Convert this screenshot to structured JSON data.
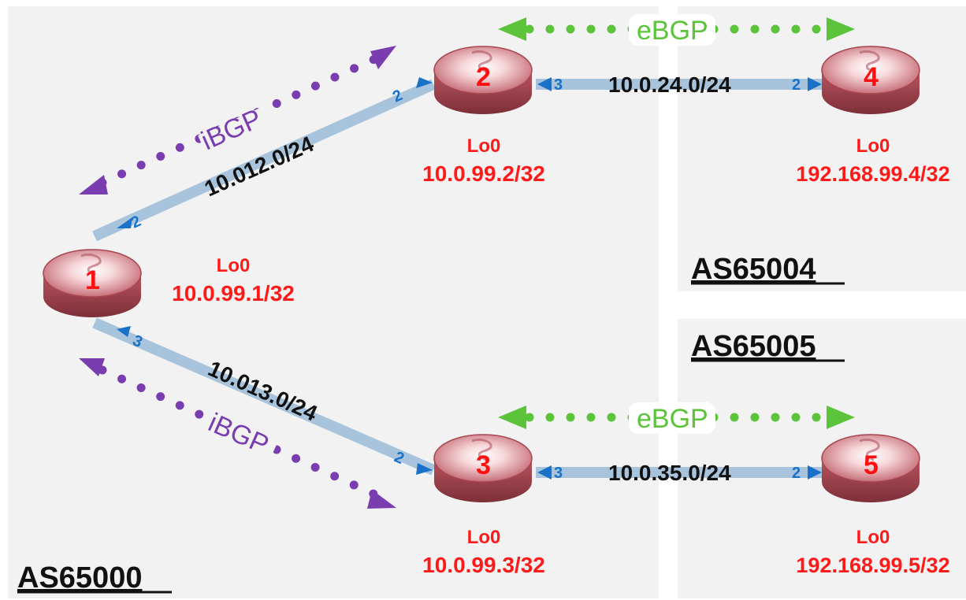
{
  "as_labels": {
    "as65000": "AS65000",
    "as65004": "AS65004",
    "as65005": "AS65005"
  },
  "routers": [
    {
      "id": "1",
      "lo_name": "Lo0",
      "lo_ip": "10.0.99.1/32"
    },
    {
      "id": "2",
      "lo_name": "Lo0",
      "lo_ip": "10.0.99.2/32"
    },
    {
      "id": "3",
      "lo_name": "Lo0",
      "lo_ip": "10.0.99.3/32"
    },
    {
      "id": "4",
      "lo_name": "Lo0",
      "lo_ip": "192.168.99.4/32"
    },
    {
      "id": "5",
      "lo_name": "Lo0",
      "lo_ip": "192.168.99.5/32"
    }
  ],
  "links": {
    "r1_r2": {
      "network": "10.012.0/24",
      "port_r1": "2",
      "port_r2": "2"
    },
    "r1_r3": {
      "network": "10.013.0/24",
      "port_r1": "3",
      "port_r3": "2"
    },
    "r2_r4": {
      "network": "10.0.24.0/24",
      "port_r2": "3",
      "port_r4": "2"
    },
    "r3_r5": {
      "network": "10.0.35.0/24",
      "port_r3": "3",
      "port_r5": "2"
    }
  },
  "sessions": {
    "ibgp_upper": "iBGP",
    "ibgp_lower": "iBGP",
    "ebgp_upper": "eBGP",
    "ebgp_lower": "eBGP"
  },
  "colors": {
    "ibgp": "#7a3db0",
    "ebgp": "#5bc43a",
    "link": "#9fbfd8",
    "port": "#1a72c8",
    "loopback": "#ff1a1a",
    "as_area": "#f2f2f2"
  }
}
